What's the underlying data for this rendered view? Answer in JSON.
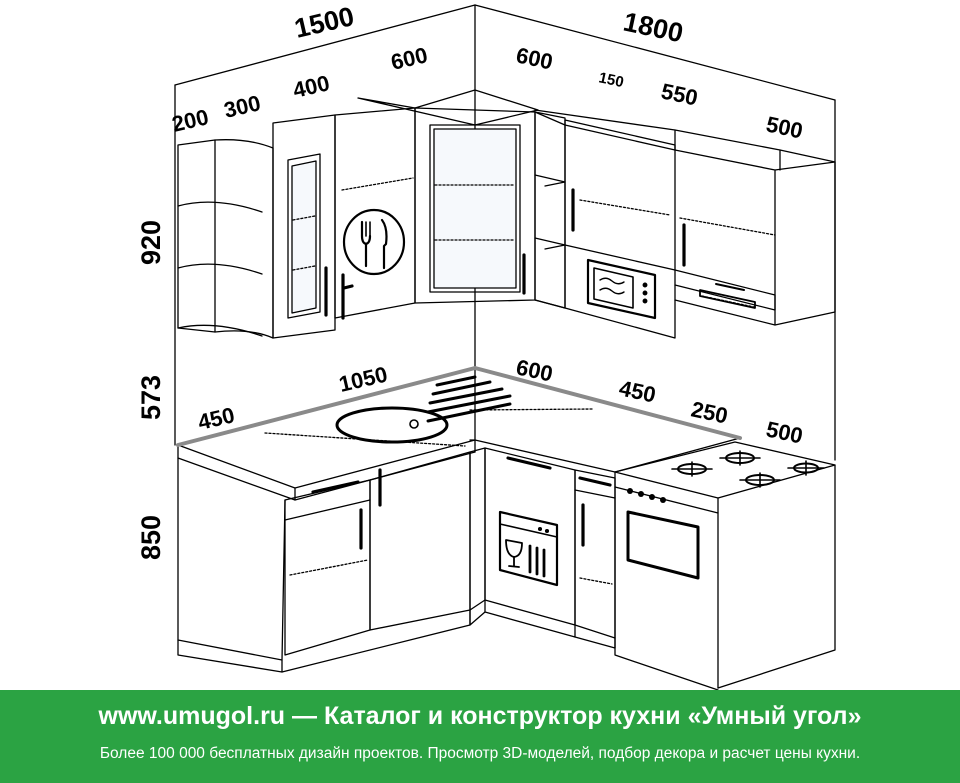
{
  "dimensions": {
    "upper_total_left": "1500",
    "upper_total_right": "1800",
    "upper_shelf_corner": "200",
    "upper_shelf": "300",
    "upper_glass_cabinet": "400",
    "upper_left_to_corner": "600",
    "upper_right_from_corner": "600",
    "upper_gap": "150",
    "upper_microwave_cabinet": "550",
    "upper_hood_cabinet": "500",
    "upper_height": "920",
    "backsplash_height": "573",
    "base_height": "850",
    "worktop_left_depth": "450",
    "worktop_left_length": "1050",
    "worktop_right_corner": "600",
    "worktop_right_depth": "450",
    "worktop_right_length": "250",
    "stove_width": "500"
  },
  "icons": [
    "fork-knife-icon",
    "microwave-icon",
    "range-hood-icon",
    "sink-icon",
    "dishwasher-icon",
    "stove-icon",
    "oven-icon"
  ],
  "colors": {
    "footer_bg": "#2ba343",
    "footer_text": "#ffffff",
    "line": "#000000"
  },
  "footer": {
    "site": "www.umugol.ru",
    "title": " — Каталог и конструктор кухни «Умный угол»",
    "subtitle": "Более 100 000 бесплатных дизайн проектов. Просмотр 3D-моделей, подбор декора и расчет цены кухни."
  }
}
